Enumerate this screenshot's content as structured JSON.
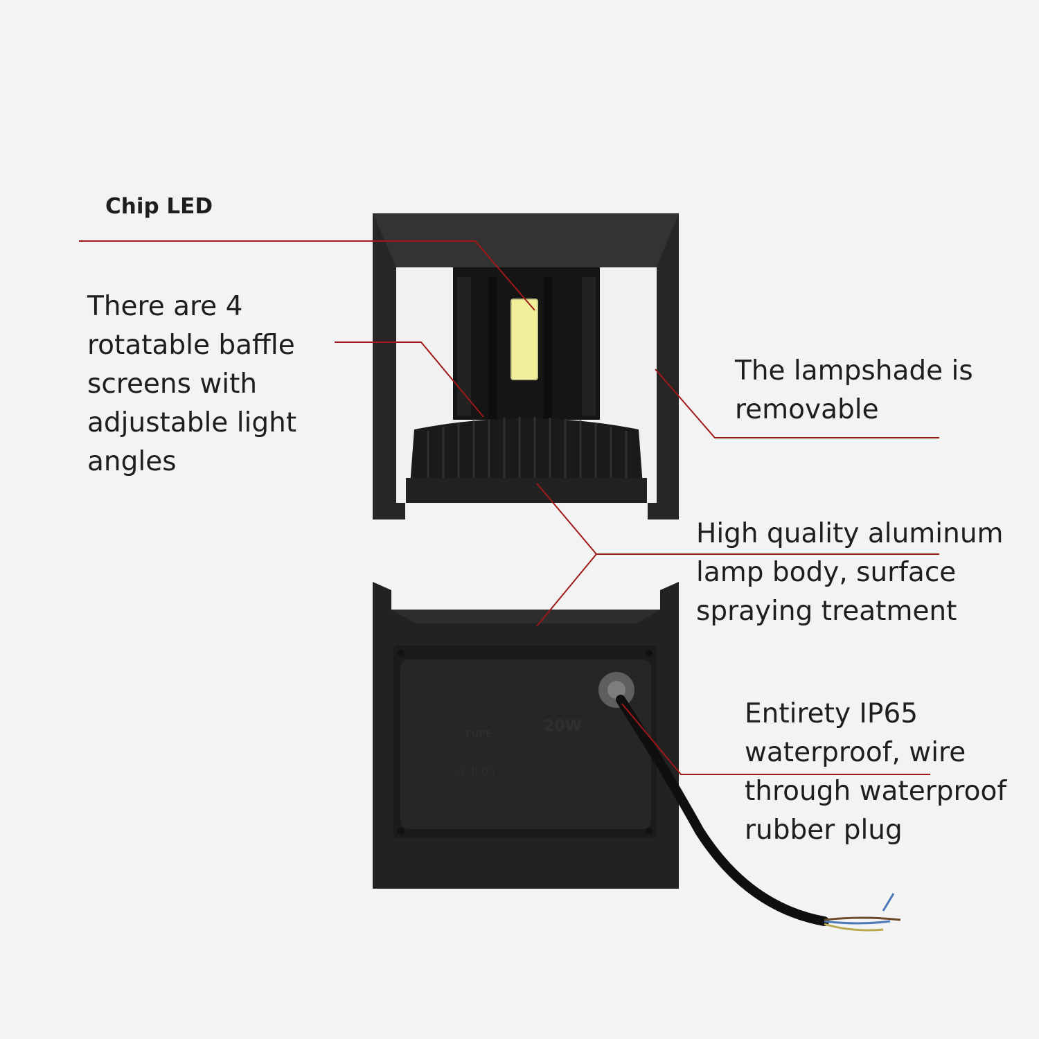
{
  "callouts": {
    "chip_led": "Chip LED",
    "baffle": [
      "There are 4",
      "rotatable baffle",
      "screens with",
      "adjustable light",
      "angles"
    ],
    "lampshade": [
      "The lampshade is",
      "removable"
    ],
    "aluminum": [
      "High quality aluminum",
      "lamp body, surface",
      "spraying treatment"
    ],
    "waterproof": [
      "Entirety IP65",
      "waterproof, wire",
      "through waterproof",
      "rubber plug"
    ]
  },
  "product_label": {
    "brand": "FUPE",
    "wattage": "20W",
    "model": "MODEL:FP-HWBD-B01",
    "specs": "4000K 1700Lm 300mA 50Hz AC85-265V",
    "cert": "CE IP65"
  },
  "colors": {
    "background": "#f3f3f3",
    "leader_line": "#a01818",
    "lamp_body": "#1c1c1c",
    "led_chip": "#f2ef9a"
  }
}
